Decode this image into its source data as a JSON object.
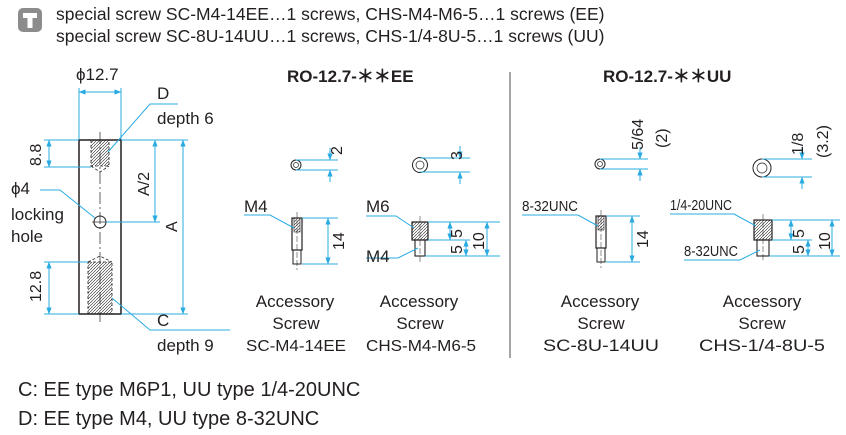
{
  "header": {
    "icon": "screw-hole-icon",
    "line1": "special screw SC-M4-14EE…1 screws, CHS-M4-M6-5…1 screws (EE)",
    "line2": "special screw SC-8U-14UU…1 screws, CHS-1/4-8U-5…1 screws (UU)"
  },
  "body_drawing": {
    "diameter": "ϕ12.7",
    "D": "D",
    "depth_top": "depth 6",
    "dim_top": "8.8",
    "hole_dia": "ϕ4",
    "hole_label_1": "locking",
    "hole_label_2": "hole",
    "A_half": "A/2",
    "A": "A",
    "dim_bottom": "12.8",
    "C": "C",
    "depth_bottom": "depth 9"
  },
  "sections": {
    "ee": {
      "title": "RO-12.7-＊＊EE",
      "screw1": {
        "dim_top": "2",
        "thread": "M4",
        "dim_len": "14",
        "caption1": "Accessory",
        "caption2": "Screw",
        "caption3": "SC-M4-14EE"
      },
      "screw2": {
        "dim_top": "3",
        "thread_top": "M6",
        "thread_bottom": "M4",
        "dim_a": "5",
        "dim_b": "5",
        "dim_c": "10",
        "caption1": "Accessory",
        "caption2": "Screw",
        "caption3": "CHS-M4-M6-5"
      }
    },
    "uu": {
      "title": "RO-12.7-＊＊UU",
      "screw1": {
        "dim_top": "5/64",
        "dim_top2": "(2)",
        "thread": "8-32UNC",
        "dim_len": "14",
        "caption1": "Accessory",
        "caption2": "Screw",
        "caption3": "SC-8U-14UU"
      },
      "screw2": {
        "dim_top": "1/8",
        "dim_top2": "(3.2)",
        "thread_top": "1/4-20UNC",
        "thread_bottom": "8-32UNC",
        "dim_a": "5",
        "dim_b": "5",
        "dim_c": "10",
        "caption1": "Accessory",
        "caption2": "Screw",
        "caption3": "CHS-1/4-8U-5"
      }
    }
  },
  "notes": {
    "c": "C: EE type M6P1, UU type 1/4-20UNC",
    "d": "D: EE type M4, UU type 8-32UNC"
  },
  "colors": {
    "dimension_line": "#29abe2",
    "text": "#231f20",
    "icon_bg": "#8c8c8c"
  }
}
